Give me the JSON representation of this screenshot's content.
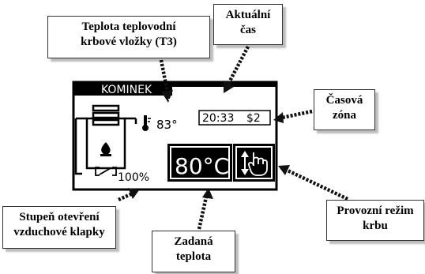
{
  "callouts": {
    "t3": {
      "line1": "Teplota teplovodní",
      "line2": "krbové vložky (T3)"
    },
    "time": {
      "line1": "Aktuální",
      "line2": "čas"
    },
    "zone": {
      "line1": "Časová",
      "line2": "zóna"
    },
    "damper": {
      "line1": "Stupeň otevření",
      "line2": "vzduchové klapky"
    },
    "setpoint": {
      "line1": "Zadaná",
      "line2": "teplota"
    },
    "mode": {
      "line1": "Provozní režim",
      "line2": "krbu"
    }
  },
  "lcd": {
    "header": "KOMINEK",
    "temperature_t3": "83°",
    "clock": "20:33",
    "zone": "$2",
    "damper_percent": "100%",
    "setpoint": "80°C"
  },
  "colors": {
    "lcd_foreground": "#000000",
    "lcd_background": "#ffffff",
    "arrow": "#111111",
    "callout_shadow": "#bcbcbc"
  },
  "icons": [
    "boiler-icon",
    "thermometer-icon",
    "flame-icon",
    "damper-icon",
    "hand-pointer-icon",
    "up-down-arrows-icon"
  ]
}
